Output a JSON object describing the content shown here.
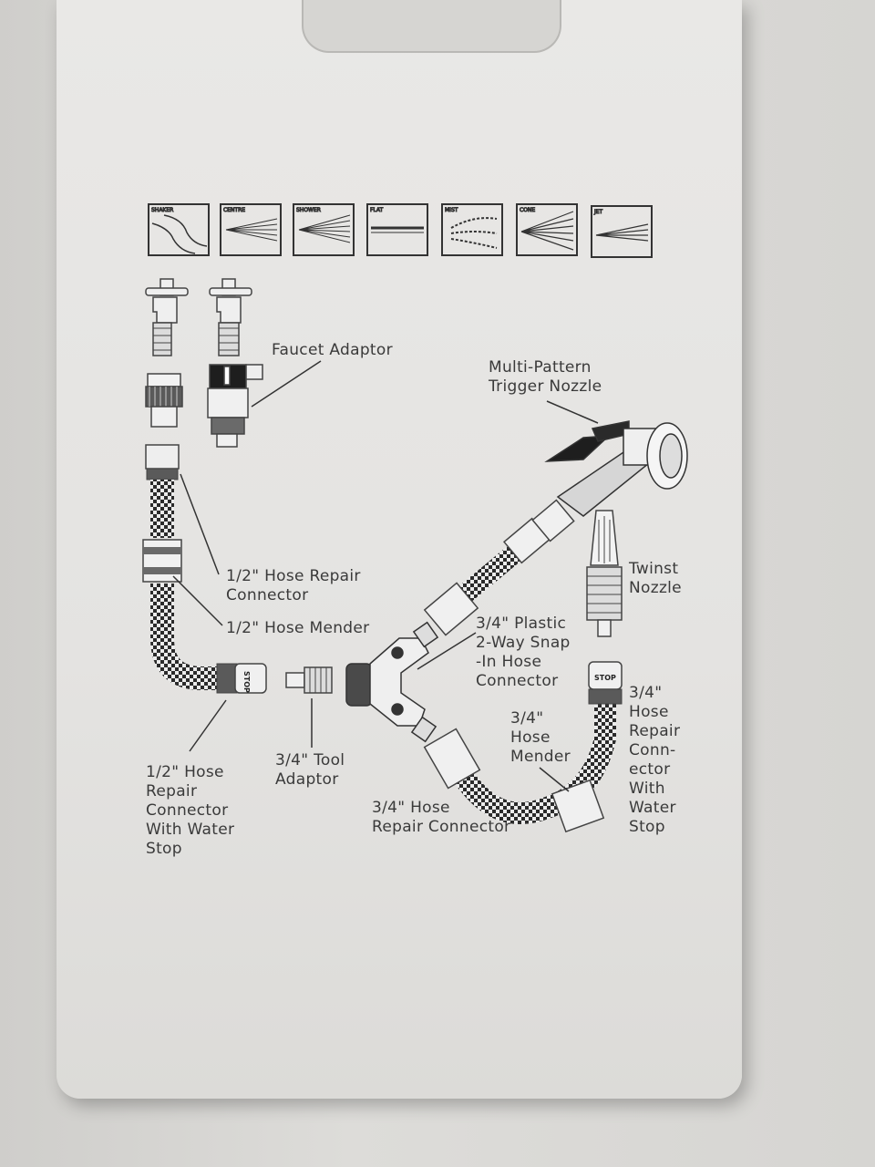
{
  "patterns": [
    "SHAKER",
    "CENTRE",
    "SHOWER",
    "FLAT",
    "MIST",
    "CONE",
    "JET"
  ],
  "labels": {
    "faucet_adaptor": "Faucet Adaptor",
    "trigger_nozzle": "Multi-Pattern\nTrigger Nozzle",
    "half_repair_connector": "1/2\" Hose Repair\nConnector",
    "half_mender": "1/2\" Hose Mender",
    "plastic_snap": "3/4\" Plastic\n2-Way Snap\n-In Hose\nConnector",
    "twist_nozzle": "Twinst\nNozzle",
    "three_quarter_mender": "3/4\"\nHose\nMender",
    "three_quarter_repair_stop": "3/4\"\nHose\nRepair\nConn-\nector\nWith\nWater\nStop",
    "half_repair_stop": "1/2\" Hose\nRepair\nConnector\nWith Water\nStop",
    "tool_adaptor": "3/4\" Tool\nAdaptor",
    "three_quarter_repair": "3/4\" Hose\nRepair Connector"
  },
  "stop_mark": "STOP"
}
